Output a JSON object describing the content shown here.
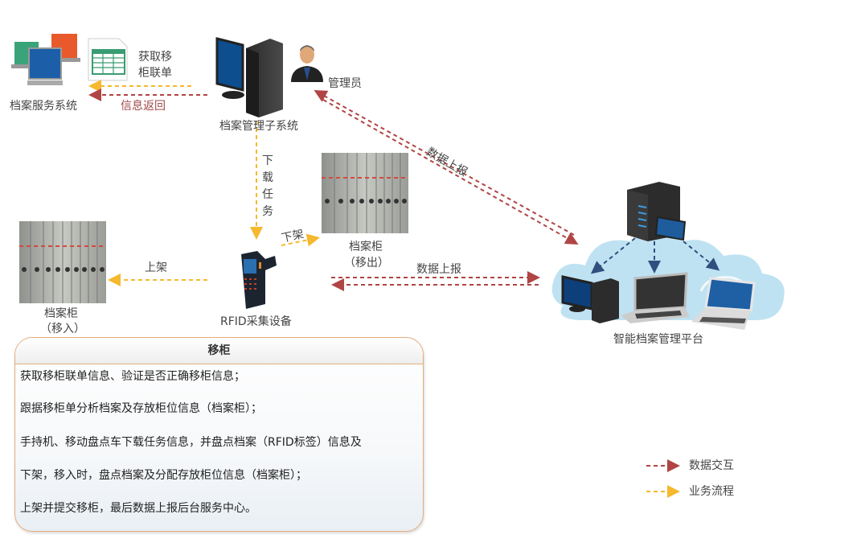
{
  "nodes": {
    "archive_service_system": "档案服务系统",
    "get_transfer_form": [
      "获取移",
      "柜联单"
    ],
    "info_return": "信息返回",
    "archive_mgmt_subsystem": "档案管理子系统",
    "administrator": "管理员",
    "download_task": [
      "下",
      "载",
      "任",
      "务"
    ],
    "cabinet_out": [
      "档案柜",
      "（移出）"
    ],
    "cabinet_in": [
      "档案柜",
      "（移入）"
    ],
    "rfid_device": "RFID采集设备",
    "shelf_off": "下架",
    "shelf_on": "上架",
    "data_report_diagonal": "数据上报",
    "data_report_horizontal": "数据上报",
    "smart_platform": "智能档案管理平台"
  },
  "panel": {
    "title": "移柜",
    "lines": [
      "获取移柜联单信息、验证是否正确移柜信息；",
      "跟据移柜单分析档案及存放柜位信息（档案柜）；",
      "手持机、移动盘点车下载任务信息，并盘点档案（RFID标签）信息及",
      "下架，移入时，盘点档案及分配存放柜位信息（档案柜）；",
      "上架并提交移柜，最后数据上报后台服务中心。"
    ]
  },
  "legend": [
    {
      "label": "数据交互",
      "color": "#b04545"
    },
    {
      "label": "业务流程",
      "color": "#f5b82e"
    }
  ],
  "colors": {
    "data_flow": "#b04545",
    "business_flow": "#f5b82e",
    "platform_link": "#2f4f7f",
    "panel_border": "#e3ad7c",
    "cloud": "#bfe2f2"
  }
}
